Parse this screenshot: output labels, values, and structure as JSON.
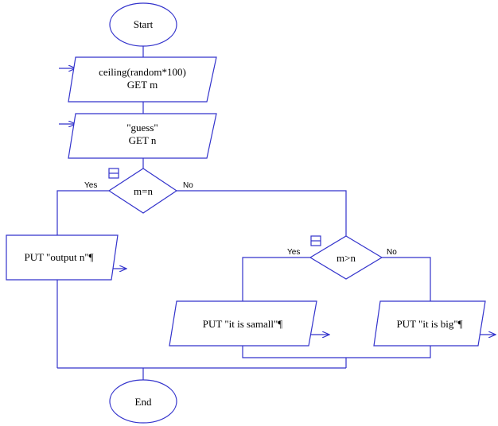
{
  "nodes": {
    "start": "Start",
    "end": "End",
    "io1_line1": "ceiling(random*100)",
    "io1_line2": "GET m",
    "io2_line1": "\"guess\"",
    "io2_line2": "GET n",
    "decision1": "m=n",
    "decision2": "m>n",
    "put_output": "PUT \"output n\"¶",
    "put_small": "PUT \"it is samall\"¶",
    "put_big": "PUT \"it is big\"¶"
  },
  "labels": {
    "d1_yes": "Yes",
    "d1_no": "No",
    "d2_yes": "Yes",
    "d2_no": "No"
  },
  "colors": {
    "stroke": "#3333cc",
    "fill": "#ffffff",
    "text": "#000000"
  }
}
